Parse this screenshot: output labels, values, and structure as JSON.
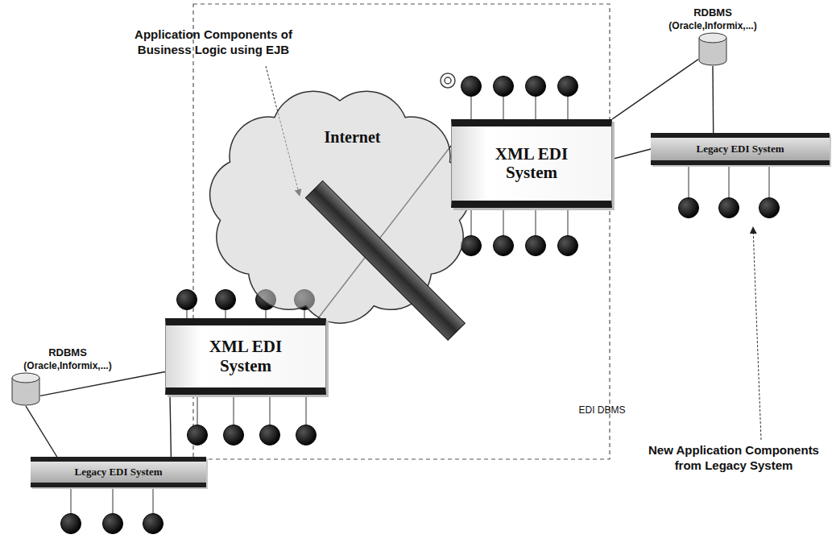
{
  "diagram": {
    "nodes": [
      {
        "text": [
          "Internet"
        ]
      },
      {
        "text": [
          "RDBMS",
          "(Oracle,Informix,...)"
        ]
      },
      {
        "text": [
          "XML EDI System"
        ]
      },
      {
        "text": [
          "Legacy EDI System"
        ]
      },
      {
        "text": [
          "RDBMS",
          "(Oracle,Informix,...)"
        ]
      },
      {
        "text": [
          "XML EDI System"
        ]
      },
      {
        "text": [
          "Legacy EDI System"
        ]
      }
    ],
    "edges": [
      {
        "from": 1,
        "to": 2,
        "arrow": "none"
      },
      {
        "from": 1,
        "to": 3,
        "arrow": "none"
      },
      {
        "from": 2,
        "to": 3,
        "arrow": "none"
      },
      {
        "from": 5,
        "to": 2,
        "arrow": "none"
      },
      {
        "from": 4,
        "to": 5,
        "arrow": "none"
      },
      {
        "from": 4,
        "to": 6,
        "arrow": "none"
      },
      {
        "from": 5,
        "to": 6,
        "arrow": "none"
      }
    ],
    "labels": [
      "Application Components of Business Logic using EJB",
      "EDI DBMS",
      "New Application Components from Legacy System"
    ]
  }
}
